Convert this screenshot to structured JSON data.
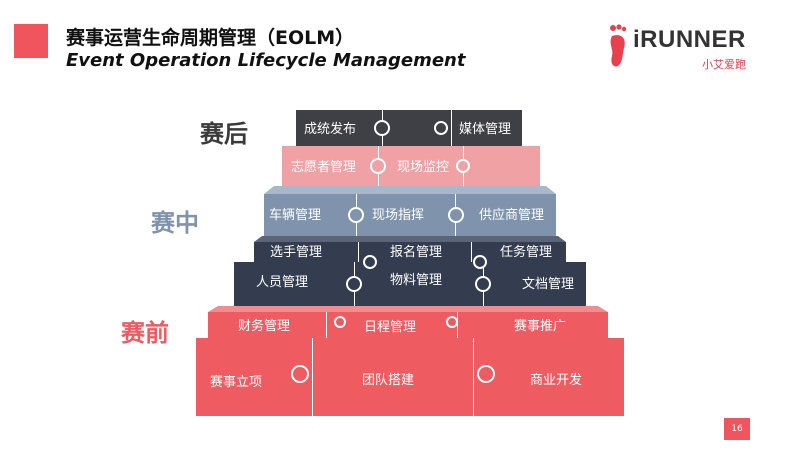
{
  "header": {
    "title_cn": "赛事运营生命周期管理（EOLM）",
    "title_en": "Event Operation Lifecycle Management"
  },
  "logo": {
    "brand": "iRUNNER",
    "sub": "小艾爱跑",
    "icon": "footprint-icon"
  },
  "phases": {
    "after": "赛后",
    "during": "赛中",
    "before": "赛前"
  },
  "tiers": {
    "after": {
      "top": [
        "成统发布",
        "媒体管理"
      ],
      "mid": [
        "志愿者管理",
        "现场监控"
      ]
    },
    "during": {
      "row": [
        "车辆管理",
        "现场指挥",
        "供应商管理"
      ]
    },
    "before_upper": {
      "top": [
        "选手管理",
        "报名管理",
        "任务管理"
      ],
      "mid": [
        "人员管理",
        "物料管理",
        "文档管理"
      ]
    },
    "before_lower": {
      "top": [
        "财务管理",
        "日程管理",
        "赛事推广"
      ],
      "mid": [
        "赛事立项",
        "团队搭建",
        "商业开发"
      ]
    }
  },
  "colors": {
    "accent": "#F0545D",
    "after_dark": "#3F3F46",
    "after_pink": "#EFA1A4",
    "during_blue": "#7F93AC",
    "before_navy": "#333D4F",
    "before_red": "#EE5C61",
    "phase_after": "#3A3A3A",
    "phase_during": "#7F93AC",
    "phase_before": "#EE5C61"
  },
  "page": {
    "number": "16"
  }
}
